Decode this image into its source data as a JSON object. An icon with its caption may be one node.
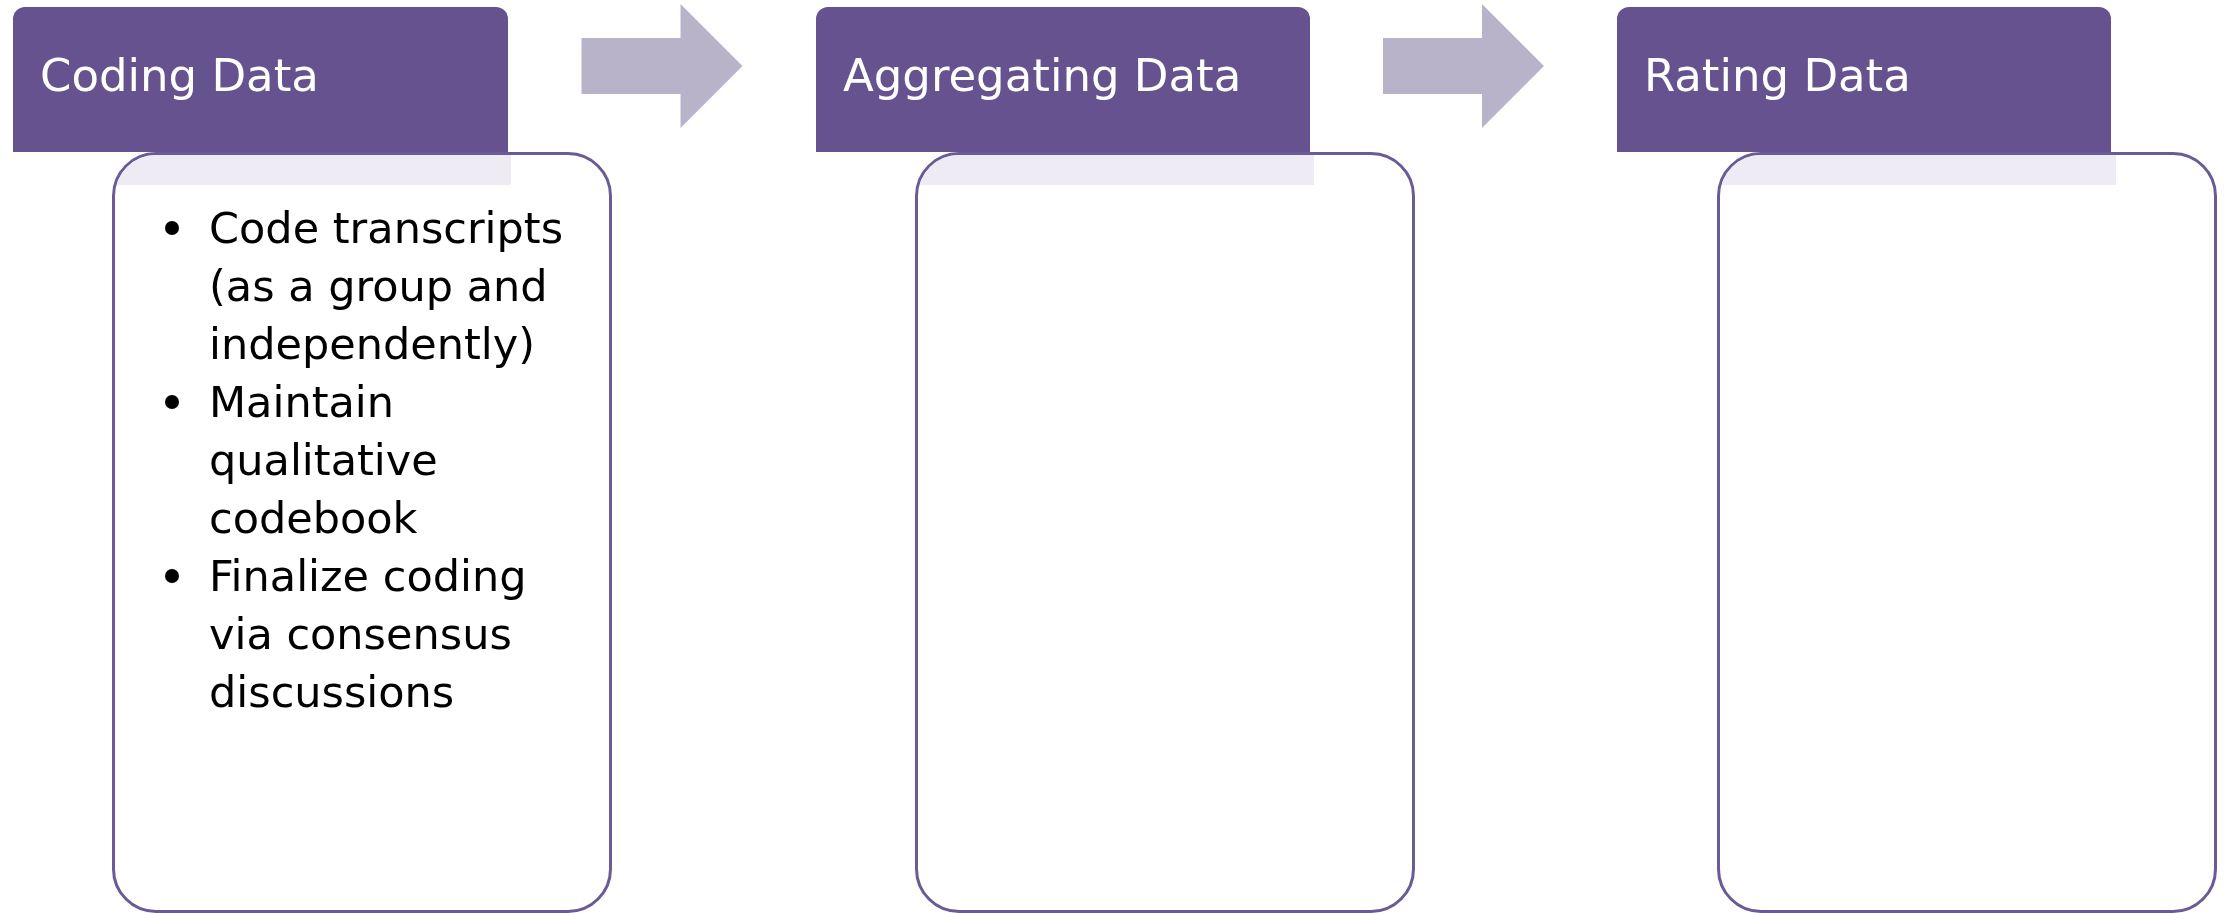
{
  "diagram": {
    "nodes": [
      {
        "text": [
          "Coding Data"
        ]
      },
      {
        "text": [
          "Code transcripts (as a group and independently)",
          "Maintain qualitative codebook",
          "Finalize coding via consensus discussions"
        ]
      },
      {
        "text": [
          "Aggregating Data"
        ]
      },
      {
        "text": [],
        "shape": "box"
      },
      {
        "text": [
          "Rating Data"
        ]
      },
      {
        "text": [],
        "shape": "box"
      }
    ],
    "edges": [
      {
        "from": 0,
        "to": 2,
        "arrow": "to"
      },
      {
        "from": 2,
        "to": 4,
        "arrow": "to"
      }
    ]
  }
}
